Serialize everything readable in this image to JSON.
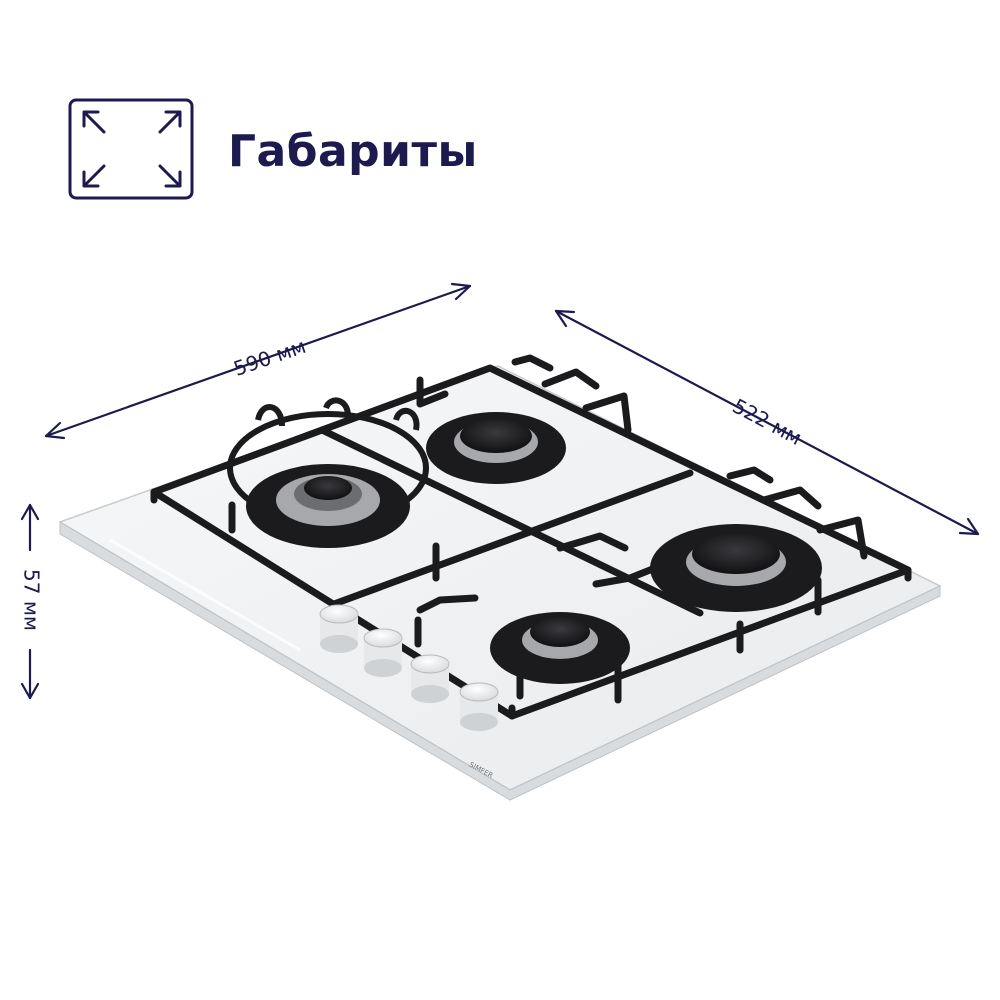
{
  "header": {
    "icon": "expand-arrows-icon",
    "title": "Габариты"
  },
  "dimensions": {
    "width_label": "590 мм",
    "depth_label": "522 мм",
    "height_label": "57 мм"
  },
  "product": {
    "name": "gas-hob",
    "burners": 4,
    "knobs": 4,
    "brand_mark": "SIMFER"
  },
  "colors": {
    "accent": "#1c1a4e",
    "panel": "#f4f5f6",
    "grate": "#1b1b1d"
  }
}
